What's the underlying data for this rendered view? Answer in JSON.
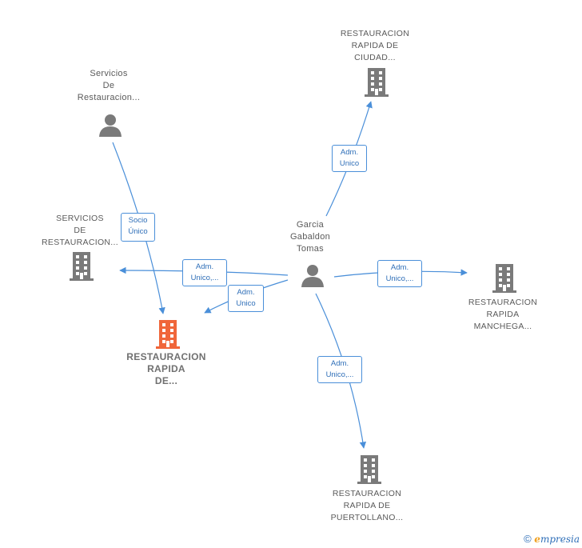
{
  "colors": {
    "edge": "#4a8fd9",
    "node_gray": "#7a7a7a",
    "node_focus": "#f0663a",
    "label_border": "#4a8fd9"
  },
  "nodes": {
    "person_center": {
      "lines": [
        "Garcia",
        "Gabaldon",
        "Tomas"
      ],
      "icon": "person-icon"
    },
    "person_servicios": {
      "lines": [
        "Servicios",
        "De",
        "Restauracion..."
      ],
      "icon": "person-icon"
    },
    "company_ciudad": {
      "lines": [
        "RESTAURACION",
        "RAPIDA DE",
        "CIUDAD..."
      ],
      "icon": "building-icon"
    },
    "company_servicios": {
      "lines": [
        "SERVICIOS",
        "DE",
        "RESTAURACION..."
      ],
      "icon": "building-icon"
    },
    "company_focus": {
      "lines": [
        "RESTAURACION",
        "RAPIDA",
        "DE..."
      ],
      "icon": "building-icon"
    },
    "company_manchega": {
      "lines": [
        "RESTAURACION",
        "RAPIDA",
        "MANCHEGA..."
      ],
      "icon": "building-icon"
    },
    "company_puertollano": {
      "lines": [
        "RESTAURACION",
        "RAPIDA DE",
        "PUERTOLLANO..."
      ],
      "icon": "building-icon"
    }
  },
  "edges": {
    "socio": [
      "Socio",
      "Único"
    ],
    "ciudad": [
      "Adm.",
      "Unico"
    ],
    "servicios": [
      "Adm.",
      "Unico,..."
    ],
    "focus": [
      "Adm.",
      "Unico"
    ],
    "manchega": [
      "Adm.",
      "Unico,..."
    ],
    "puertollano": [
      "Adm.",
      "Unico,..."
    ]
  },
  "footer": {
    "copyright": "©",
    "brand_first": "e",
    "brand_rest": "mpresia"
  }
}
